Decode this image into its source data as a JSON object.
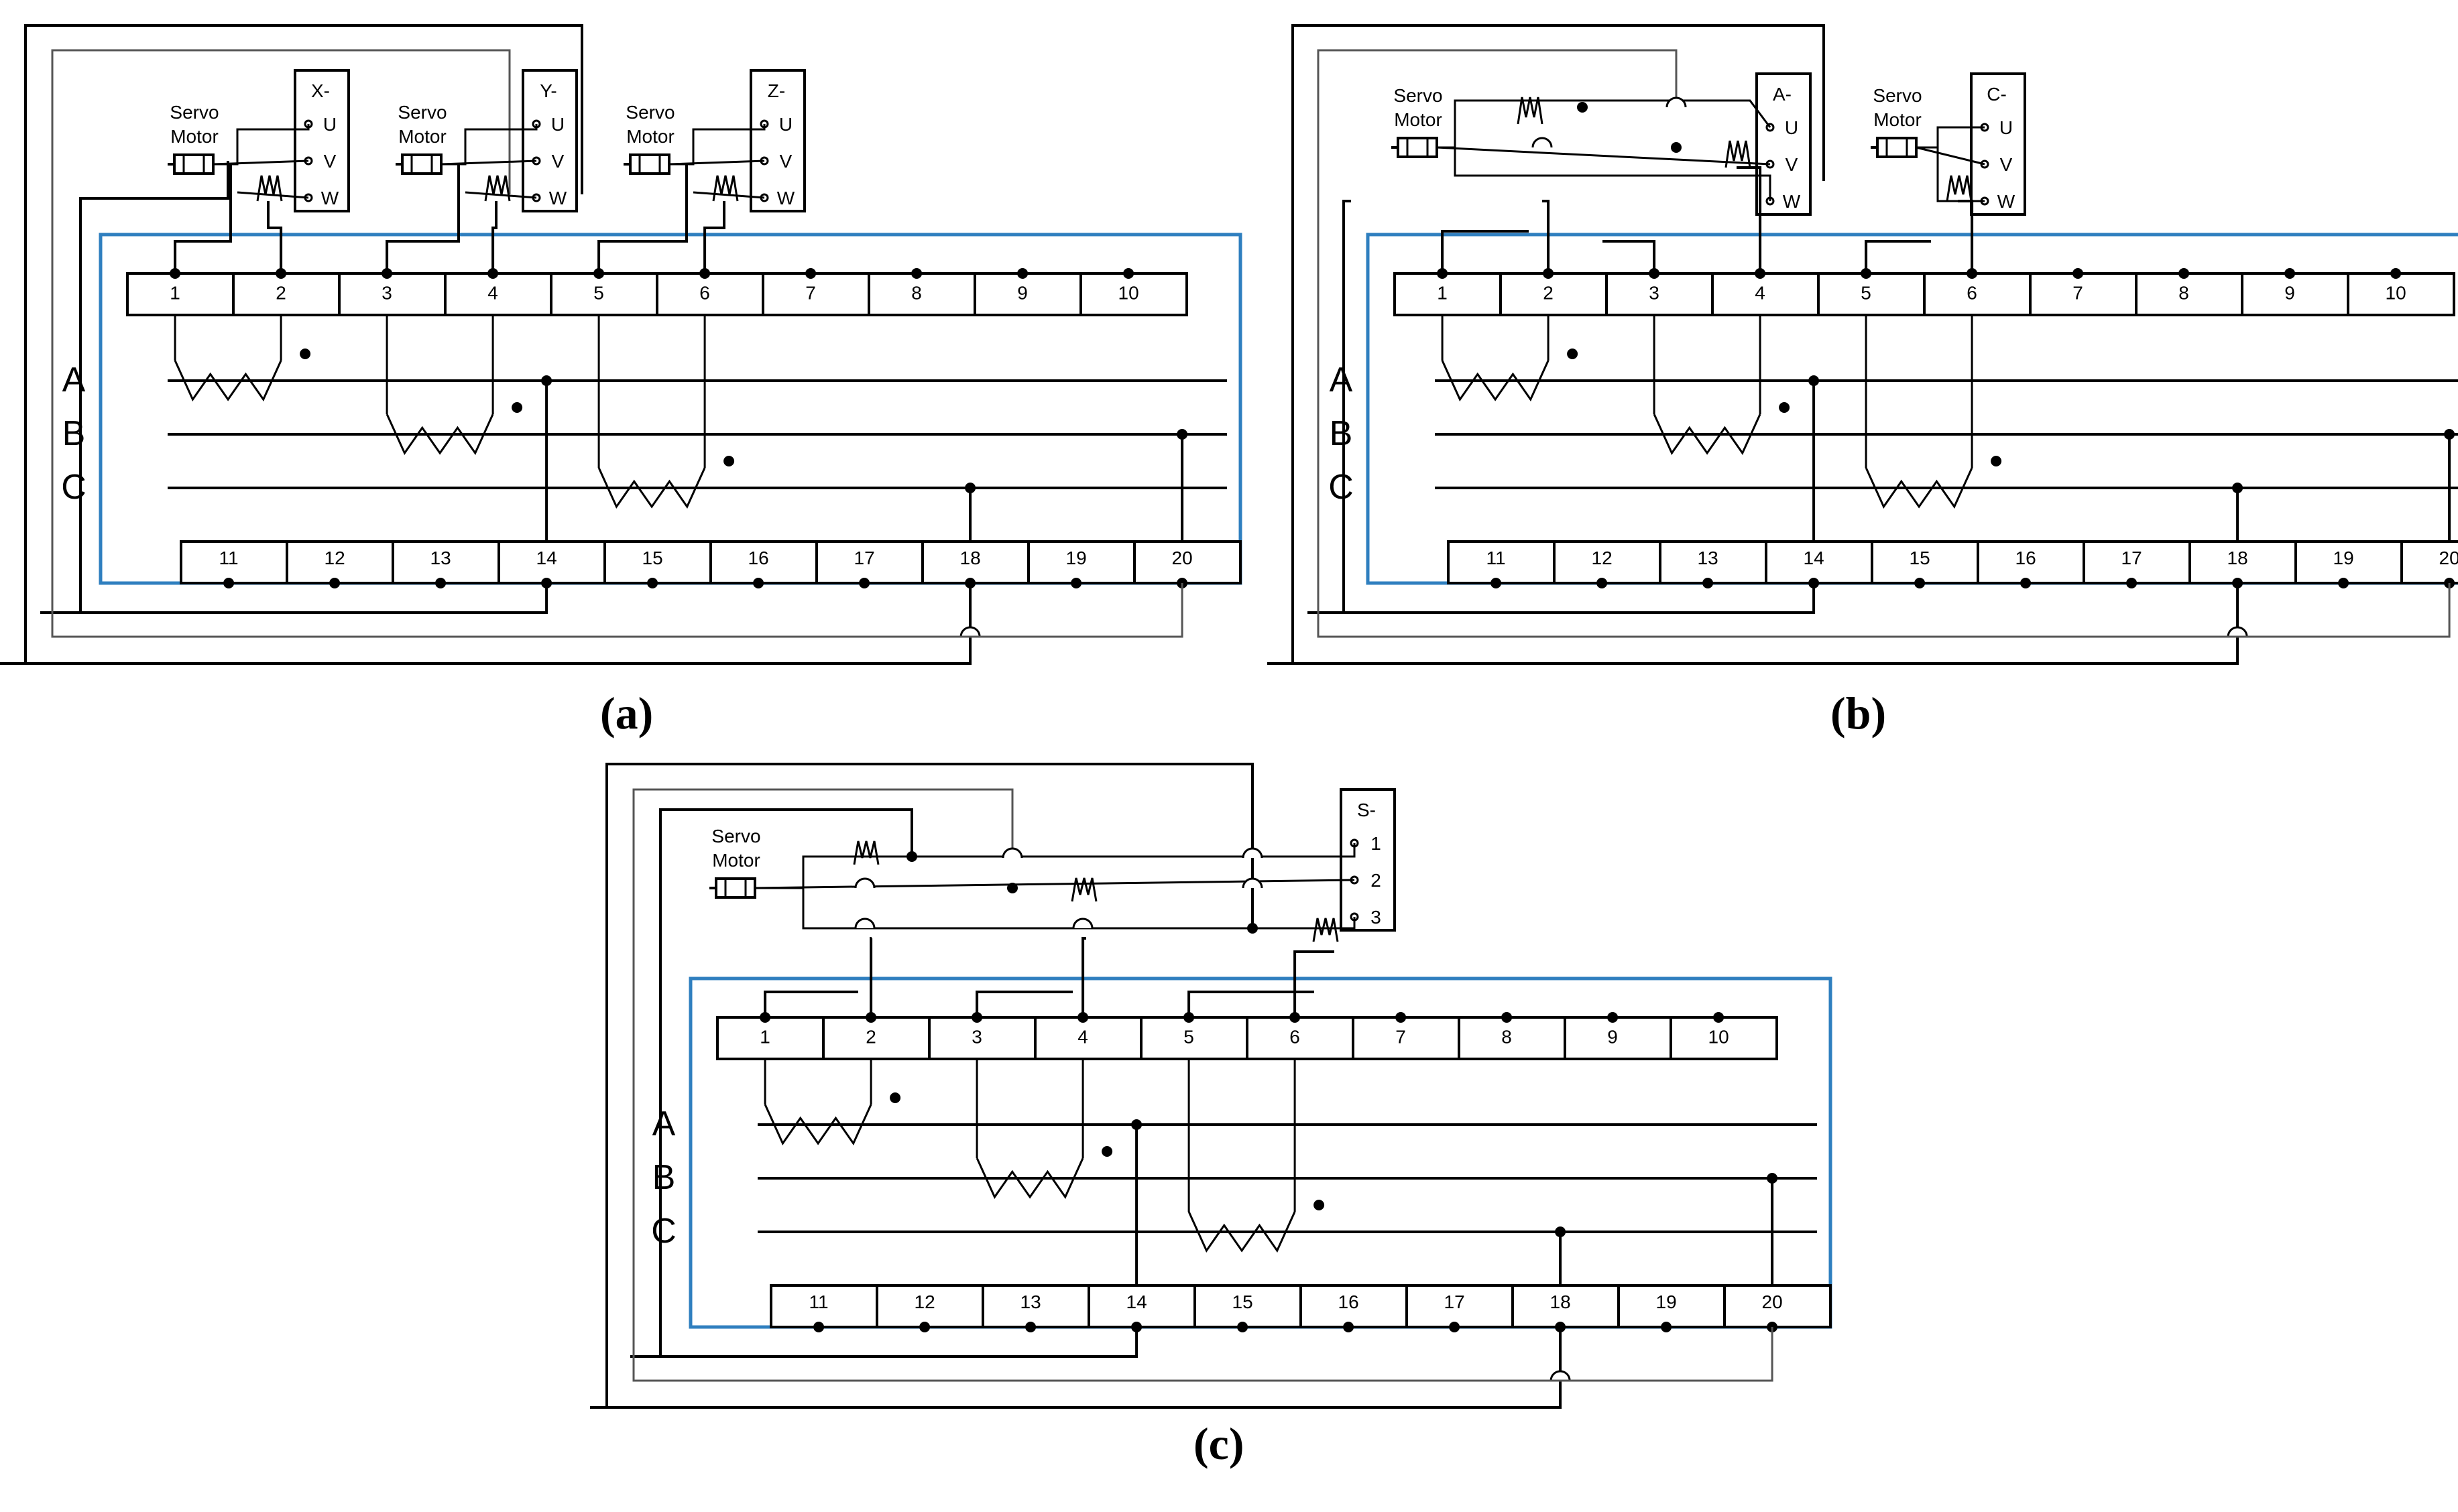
{
  "colors": {
    "wire": "#000000",
    "wire_thin": "#555555",
    "frame": "#2f7fbf",
    "box": "#000000"
  },
  "panels": [
    {
      "caption": "(a)",
      "motor_label_1": "Servo",
      "motor_label_2": "Motor",
      "driver_type": "uvw",
      "drivers": [
        {
          "name": "X-",
          "pins": [
            "U",
            "V",
            "W"
          ]
        },
        {
          "name": "Y-",
          "pins": [
            "U",
            "V",
            "W"
          ]
        },
        {
          "name": "Z-",
          "pins": [
            "U",
            "V",
            "W"
          ]
        }
      ]
    },
    {
      "caption": "(b)",
      "motor_label_1": "Servo",
      "motor_label_2": "Motor",
      "driver_type": "uvw",
      "drivers": [
        {
          "name": "A-",
          "pins": [
            "U",
            "V",
            "W"
          ]
        },
        {
          "name": "C-",
          "pins": [
            "U",
            "V",
            "W"
          ]
        }
      ]
    },
    {
      "caption": "(c)",
      "motor_label_1": "Servo",
      "motor_label_2": "Motor",
      "driver_type": "s",
      "drivers": [
        {
          "name": "S-",
          "pins": [
            "1",
            "2",
            "3"
          ]
        }
      ]
    }
  ],
  "terminal_top": [
    "1",
    "2",
    "3",
    "4",
    "5",
    "6",
    "7",
    "8",
    "9",
    "10"
  ],
  "terminal_bottom": [
    "11",
    "12",
    "13",
    "14",
    "15",
    "16",
    "17",
    "18",
    "19",
    "20"
  ],
  "phases": [
    "A",
    "B",
    "C"
  ]
}
